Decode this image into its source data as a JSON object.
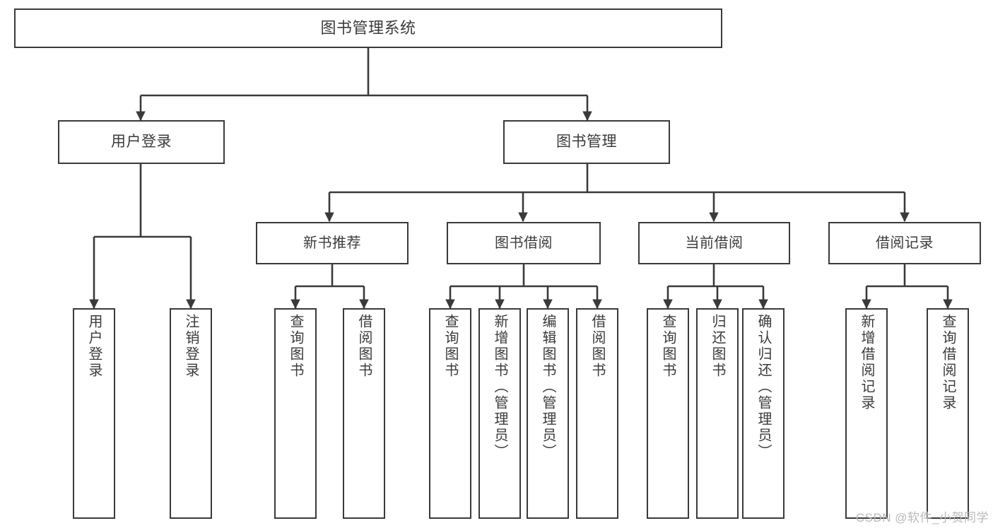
{
  "diagram": {
    "title": "图书管理系统",
    "type": "tree",
    "watermark": "CSDN @软件_小贺同学",
    "colors": {
      "node_border": "#3a3a3a",
      "node_fill": "#ffffff",
      "edge": "#3a3a3a",
      "text": "#3b3b3b",
      "watermark": "#b9b9b9",
      "background": "#ffffff"
    },
    "root": {
      "id": "root",
      "label": "图书管理系统"
    },
    "level1": [
      {
        "id": "login",
        "label": "用户登录"
      },
      {
        "id": "bookmgmt",
        "label": "图书管理"
      }
    ],
    "level2": [
      {
        "id": "newbook",
        "label": "新书推荐",
        "parent": "bookmgmt"
      },
      {
        "id": "borrow",
        "label": "图书借阅",
        "parent": "bookmgmt"
      },
      {
        "id": "current",
        "label": "当前借阅",
        "parent": "bookmgmt"
      },
      {
        "id": "records",
        "label": "借阅记录",
        "parent": "bookmgmt"
      }
    ],
    "leaves": [
      {
        "id": "leaf-1",
        "label": "用户登录",
        "parent": "login"
      },
      {
        "id": "leaf-2",
        "label": "注销登录",
        "parent": "login"
      },
      {
        "id": "leaf-3",
        "label": "查询图书",
        "parent": "newbook"
      },
      {
        "id": "leaf-4",
        "label": "借阅图书",
        "parent": "newbook"
      },
      {
        "id": "leaf-5",
        "label": "查询图书",
        "parent": "borrow"
      },
      {
        "id": "leaf-6",
        "label": "新增图书（管理员）",
        "parent": "borrow"
      },
      {
        "id": "leaf-7",
        "label": "编辑图书（管理员）",
        "parent": "borrow"
      },
      {
        "id": "leaf-8",
        "label": "借阅图书",
        "parent": "borrow"
      },
      {
        "id": "leaf-9",
        "label": "查询图书",
        "parent": "current"
      },
      {
        "id": "leaf-10",
        "label": "归还图书",
        "parent": "current"
      },
      {
        "id": "leaf-11",
        "label": "确认归还（管理员）",
        "parent": "current"
      },
      {
        "id": "leaf-12",
        "label": "新增借阅记录",
        "parent": "records"
      },
      {
        "id": "leaf-13",
        "label": "查询借阅记录",
        "parent": "records"
      }
    ]
  }
}
